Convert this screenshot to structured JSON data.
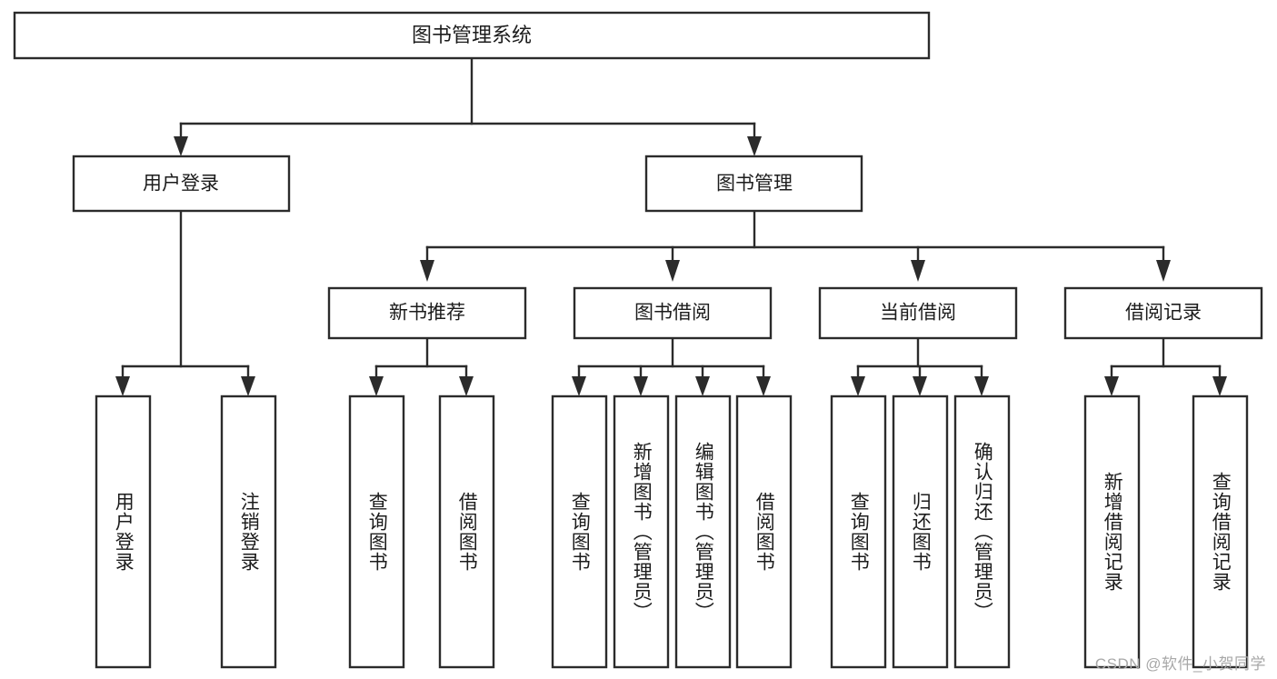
{
  "diagram": {
    "type": "tree-hierarchy-flowchart",
    "title": "图书管理系统",
    "watermark": "CSDN @软件_小贺同学",
    "colors": {
      "stroke": "#2b2b2b",
      "box_fill": "#ffffff",
      "text": "#1c1c1c",
      "background": "#ffffff",
      "watermark_text": "#a8a8a8"
    },
    "levels": 4,
    "root": {
      "label": "图书管理系统",
      "children": [
        {
          "label": "用户登录",
          "children": [
            {
              "label": "用户登录"
            },
            {
              "label": "注销登录"
            }
          ]
        },
        {
          "label": "图书管理",
          "children": [
            {
              "label": "新书推荐",
              "children": [
                {
                  "label": "查询图书"
                },
                {
                  "label": "借阅图书"
                }
              ]
            },
            {
              "label": "图书借阅",
              "children": [
                {
                  "label": "查询图书"
                },
                {
                  "label": "新增图书（管理员）"
                },
                {
                  "label": "编辑图书（管理员）"
                },
                {
                  "label": "借阅图书"
                }
              ]
            },
            {
              "label": "当前借阅",
              "children": [
                {
                  "label": "查询图书"
                },
                {
                  "label": "归还图书"
                },
                {
                  "label": "确认归还（管理员）"
                }
              ]
            },
            {
              "label": "借阅记录",
              "children": [
                {
                  "label": "新增借阅记录"
                },
                {
                  "label": "查询借阅记录"
                }
              ]
            }
          ]
        }
      ]
    },
    "nodes": {
      "root": {
        "label": "图书管理系统"
      },
      "l1": [
        {
          "label": "用户登录"
        },
        {
          "label": "图书管理"
        }
      ],
      "l2": [
        {
          "label": "新书推荐"
        },
        {
          "label": "图书借阅"
        },
        {
          "label": "当前借阅"
        },
        {
          "label": "借阅记录"
        }
      ],
      "leaves": [
        {
          "label": "用户登录"
        },
        {
          "label": "注销登录"
        },
        {
          "label": "查询图书"
        },
        {
          "label": "借阅图书"
        },
        {
          "label": "查询图书"
        },
        {
          "label": "新增图书（管理员）"
        },
        {
          "label": "编辑图书（管理员）"
        },
        {
          "label": "借阅图书"
        },
        {
          "label": "查询图书"
        },
        {
          "label": "归还图书"
        },
        {
          "label": "确认归还（管理员）"
        },
        {
          "label": "新增借阅记录"
        },
        {
          "label": "查询借阅记录"
        }
      ]
    }
  }
}
